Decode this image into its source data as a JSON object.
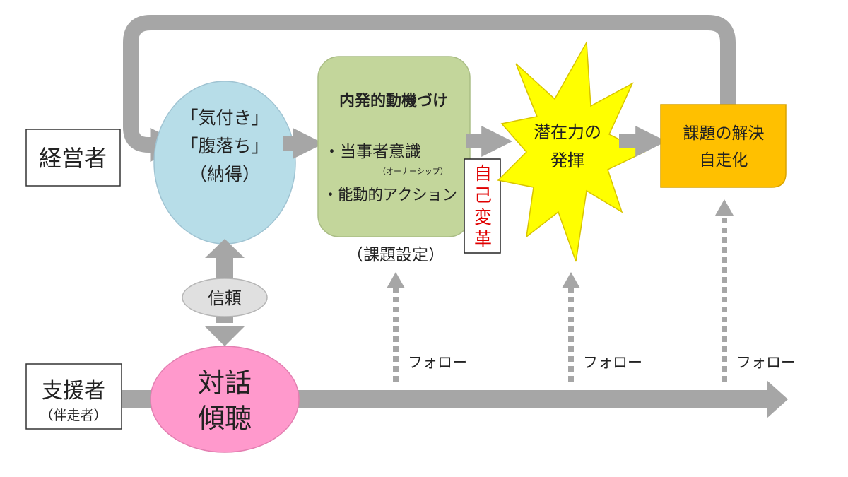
{
  "colors": {
    "arrow": "#a6a6a6",
    "awareness": "#b7dde8",
    "motivation": "#c3d69b",
    "star": "#ffff00",
    "solution": "#ffc000",
    "dialogue": "#ff99cc",
    "trust": "#d9d9d9",
    "reform": "#e00000"
  },
  "manager": {
    "label": "経営者"
  },
  "supporter": {
    "label": "支援者",
    "sub": "（伴走者）"
  },
  "awareness": {
    "line1": "「気付き」",
    "line2": "「腹落ち」",
    "line3": "（納得）"
  },
  "motivation": {
    "title": "内発的動機づけ",
    "item1": "・当事者意識",
    "item1_note": "（オーナーシップ）",
    "item2": "・能動的アクション",
    "caption": "（課題設定）"
  },
  "reform": {
    "label": "自己変革",
    "chars": [
      "自",
      "己",
      "変",
      "革"
    ]
  },
  "potential": {
    "line1": "潜在力の",
    "line2": "発揮"
  },
  "solution": {
    "line1": "課題の解決",
    "line2": "自走化"
  },
  "trust": {
    "label": "信頼"
  },
  "dialogue": {
    "line1": "対話",
    "line2": "傾聴"
  },
  "follow": [
    "フォロー",
    "フォロー",
    "フォロー"
  ]
}
